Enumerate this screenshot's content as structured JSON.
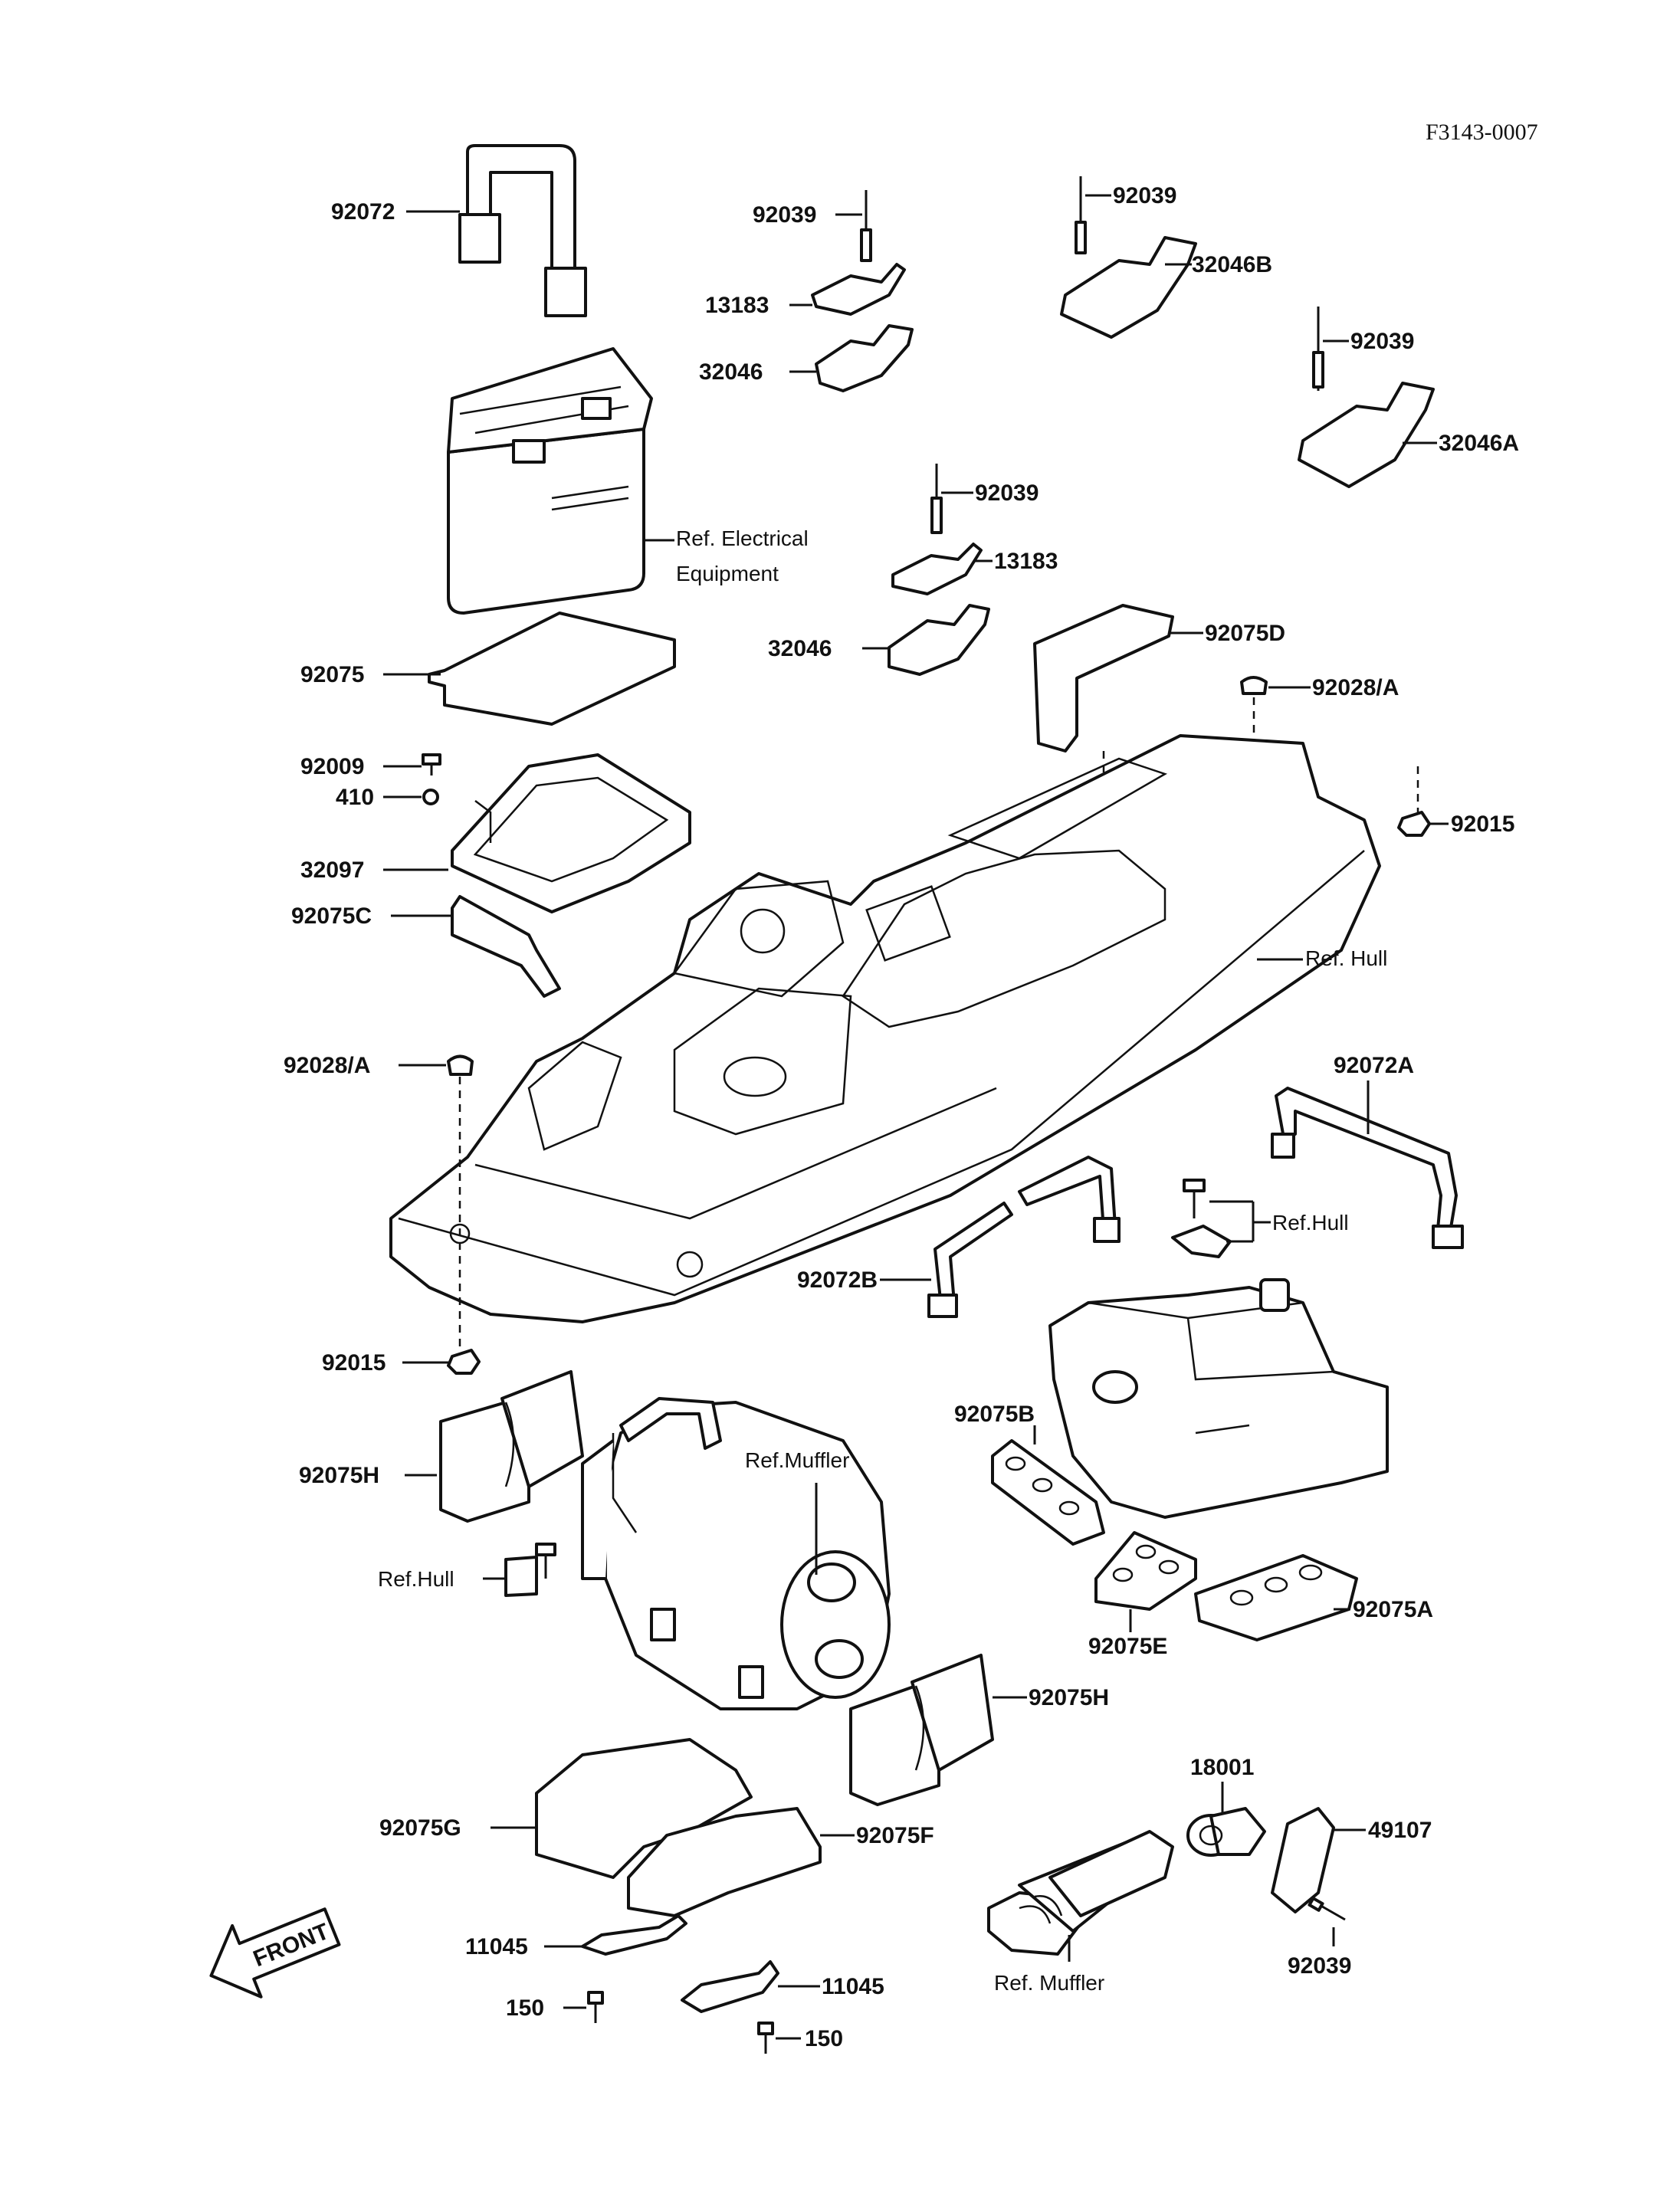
{
  "drawing_id": "F3143-0007",
  "labels": {
    "l_92072": "92072",
    "l_92039_a": "92039",
    "l_13183_a": "13183",
    "l_32046_a": "32046",
    "l_92039_b": "92039",
    "l_32046B": "32046B",
    "l_92039_c": "92039",
    "l_32046A": "32046A",
    "l_92039_d": "92039",
    "l_13183_b": "13183",
    "l_32046_b": "32046",
    "l_ref_elec": "Ref. Electrical",
    "l_ref_elec2": "Equipment",
    "l_92075D": "92075D",
    "l_92075": "92075",
    "l_92028A_a": "92028/A",
    "l_92009": "92009",
    "l_410": "410",
    "l_92015_a": "92015",
    "l_32097": "32097",
    "l_92075C": "92075C",
    "l_ref_hull_a": "Ref. Hull",
    "l_92028A_b": "92028/A",
    "l_92072A": "92072A",
    "l_ref_hull_b": "Ref.Hull",
    "l_92072B": "92072B",
    "l_92015_b": "92015",
    "l_92075B": "92075B",
    "l_ref_muffler_a": "Ref.Muffler",
    "l_92075H_a": "92075H",
    "l_ref_hull_c": "Ref.Hull",
    "l_92075E": "92075E",
    "l_92075A": "92075A",
    "l_92075H_b": "92075H",
    "l_18001": "18001",
    "l_92075G": "92075G",
    "l_92075F": "92075F",
    "l_49107": "49107",
    "l_11045_a": "11045",
    "l_11045_b": "11045",
    "l_150_a": "150",
    "l_150_b": "150",
    "l_ref_muffler_b": "Ref. Muffler",
    "l_92039_e": "92039",
    "front_arrow": "FRONT"
  }
}
